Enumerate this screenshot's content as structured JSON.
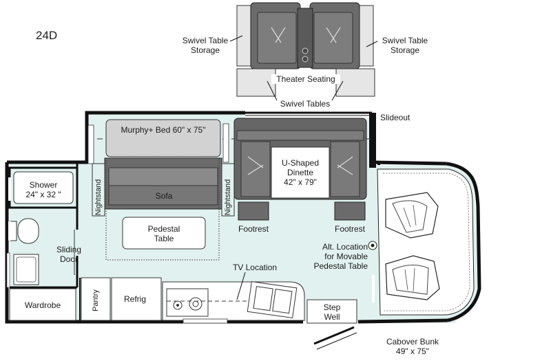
{
  "model": "24D",
  "labels": {
    "swivel_storage_left": "Swivel Table\nStorage",
    "swivel_storage_right": "Swivel Table\nStorage",
    "theater_seating": "Theater Seating",
    "swivel_tables": "Swivel Tables",
    "slideout": "Slideout",
    "murphy_bed": "Murphy+ Bed 60\" x 75\"",
    "u_dinette": "U-Shaped\nDinette\n42\" x 79\"",
    "shower": "Shower\n24\" x 32 \"",
    "nightstand_left": "Nightstand",
    "nightstand_right": "Nightstand",
    "sofa": "Sofa",
    "pedestal_table": "Pedestal\nTable",
    "footrest_left": "Footrest",
    "footrest_right": "Footrest",
    "alt_location": "Alt. Location\nfor Movable\nPedestal Table",
    "sliding_door": "Sliding\nDoor",
    "tv_location": "TV Location",
    "wardrobe": "Wardrobe",
    "pantry": "Pantry",
    "refrig": "Refrig",
    "step_well": "Step\nWell",
    "cabover_bunk": "Cabover Bunk\n49\" x 75\""
  },
  "colors": {
    "floor": "#e0f1ef",
    "wall": "#111111",
    "seat_dark": "#666666",
    "seat_light": "#cfcfcf",
    "line": "#333333"
  }
}
